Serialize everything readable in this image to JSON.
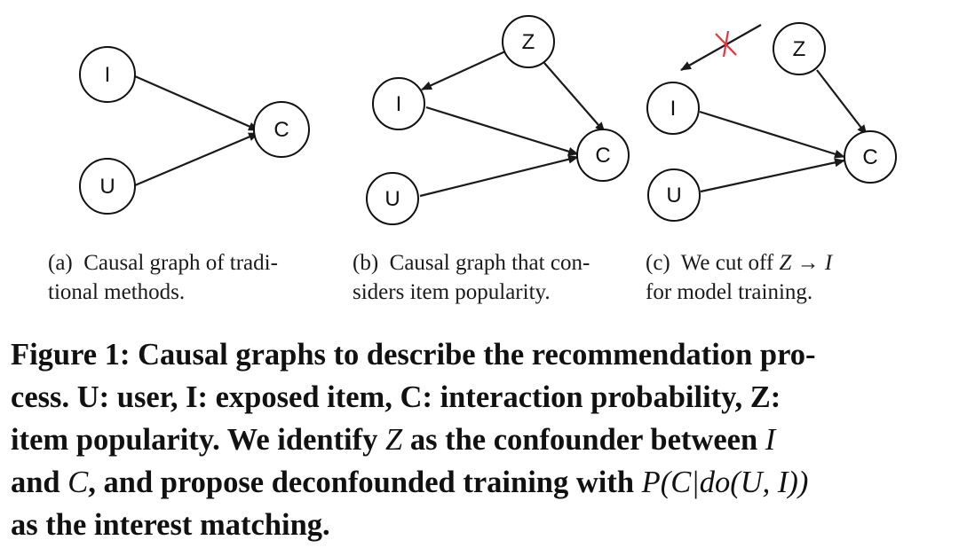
{
  "nodes": {
    "I": "I",
    "U": "U",
    "C": "C",
    "Z": "Z"
  },
  "subcaptions": {
    "a": [
      "(a)  Causal graph of tradi-",
      "tional methods."
    ],
    "b": [
      "(b)  Causal graph that con-",
      "siders item popularity."
    ],
    "c_pre": "(c)  We cut off ",
    "c_z": "Z",
    "c_arrow": " → ",
    "c_i": "I",
    "c_line2": "for model training."
  },
  "caption": {
    "line1": "Figure 1: Causal graphs to describe the recommendation pro-",
    "line2": "cess. U: user, I: exposed item, C: interaction probability, Z:",
    "line3_a": "item popularity. We identify ",
    "line3_z": "Z",
    "line3_b": " as the confounder between ",
    "line3_i": "I",
    "line4_a": "and ",
    "line4_c": "C",
    "line4_b": ", and propose deconfounded training with ",
    "line4_math": "P(C|do(U, I))",
    "line5": "as the interest matching."
  },
  "colors": {
    "cut_mark": "#e8323c",
    "stroke": "#111111"
  }
}
